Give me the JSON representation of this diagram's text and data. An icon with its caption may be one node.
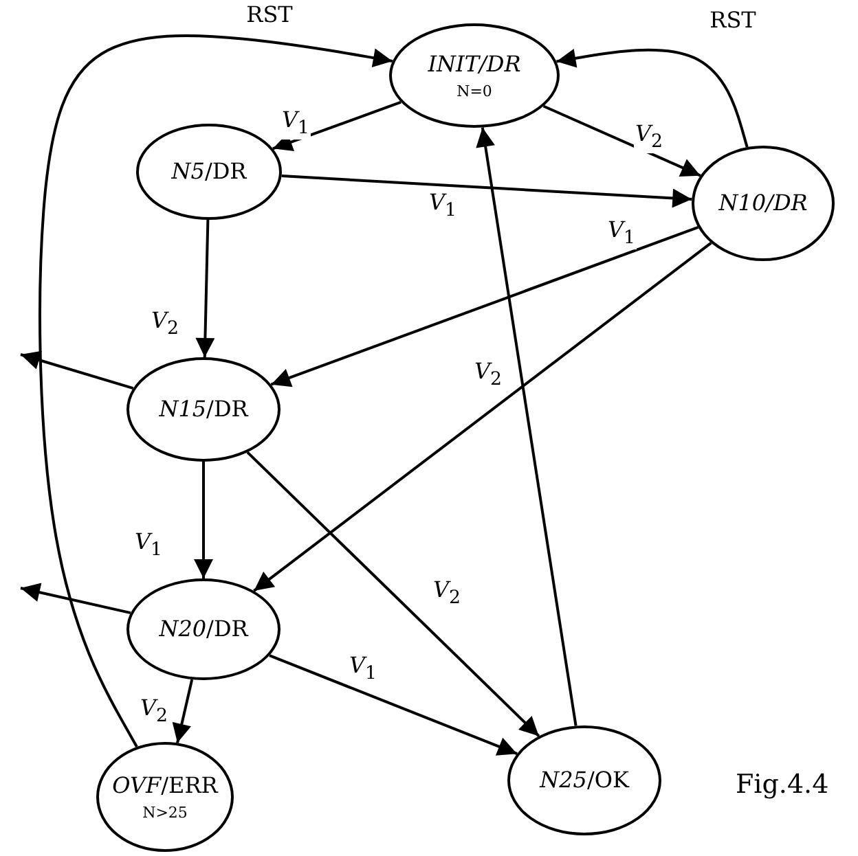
{
  "diagram": {
    "nodes": [
      {
        "text": [
          "*INIT/DR*",
          "N=0"
        ]
      },
      {
        "text": [
          "*N5*/DR"
        ]
      },
      {
        "text": [
          "*N10/DR*"
        ]
      },
      {
        "text": [
          "*N15*/DR"
        ]
      },
      {
        "text": [
          "*N20*/DR"
        ]
      },
      {
        "text": [
          "*OVF*/ERR",
          "N>25"
        ]
      },
      {
        "text": [
          "*N25*/OK"
        ]
      }
    ],
    "edges": [
      {
        "from": 0,
        "to": 1,
        "arrow": "to",
        "label": "*V*$_{1}$"
      },
      {
        "from": 0,
        "to": 2,
        "arrow": "to",
        "label": "*V*$_{2}$"
      },
      {
        "from": 1,
        "to": 2,
        "arrow": "to",
        "label": "*V*$_{1}$"
      },
      {
        "from": 2,
        "to": 0,
        "arrow": "to",
        "label": "RST"
      },
      {
        "from": 2,
        "to": 3,
        "arrow": "to",
        "label": "*V*$_{1}$"
      },
      {
        "from": 2,
        "to": 4,
        "arrow": "to",
        "label": "*V*$_{2}$"
      },
      {
        "from": 1,
        "to": 3,
        "arrow": "to",
        "label": "*V*$_{2}$"
      },
      {
        "from": 3,
        "to": 4,
        "arrow": "to",
        "label": "*V*$_{1}$"
      },
      {
        "from": 3,
        "to": 6,
        "arrow": "to",
        "label": "*V*$_{2}$"
      },
      {
        "from": 4,
        "to": 6,
        "arrow": "to",
        "label": "*V*$_{1}$"
      },
      {
        "from": 4,
        "to": 5,
        "arrow": "to",
        "label": "*V*$_{2}$"
      },
      {
        "from": 6,
        "to": 0,
        "arrow": "to"
      },
      {
        "from": 5,
        "to": 0,
        "arrow": "to",
        "label": "RST"
      },
      {
        "from": 3,
        "to": null,
        "arrow": "to"
      },
      {
        "from": 4,
        "to": null,
        "arrow": "to"
      }
    ],
    "labels": [
      "Fig.4.4"
    ]
  }
}
